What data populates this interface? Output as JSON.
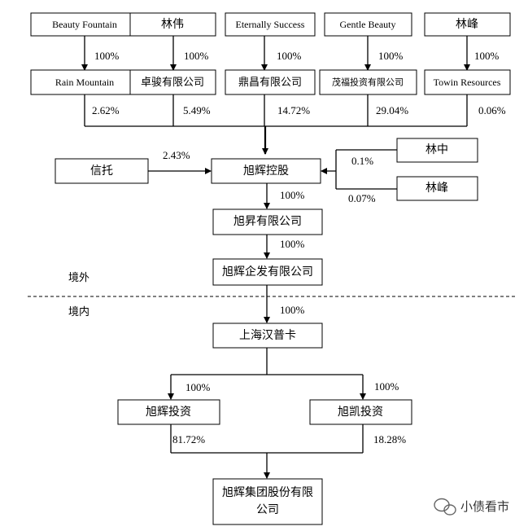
{
  "nodes": {
    "beauty_fountain": "Beauty Fountain",
    "lin_wei": "林伟",
    "eternally_success": "Eternally Success",
    "gentle_beauty": "Gentle Beauty",
    "lin_feng_top": "林峰",
    "rain_mountain": "Rain Mountain",
    "zhuojun": "卓骏有限公司",
    "dingchang": "鼎昌有限公司",
    "maofu": "茂福投资有限公司",
    "towin": "Towin Resources",
    "xintuo": "信托",
    "xuhui_holdings": "旭辉控股",
    "lin_zhong": "林中",
    "lin_feng_right": "林峰",
    "xusheng": "旭昇有限公司",
    "xuhui_qifa": "旭辉企发有限公司",
    "shanghai_hanpuka": "上海汉普卡",
    "xuhui_invest": "旭辉投资",
    "xukai_invest": "旭凯投资",
    "xuhui_group_line1": "旭辉集团股份有限",
    "xuhui_group_line2": "公司"
  },
  "percentages": {
    "beauty_to_rain": "100%",
    "linwei_to_zhuojun": "100%",
    "eternally_to_dingchang": "100%",
    "gentle_to_maofu": "100%",
    "linfeng_to_towin": "100%",
    "rain_share": "2.62%",
    "zhuojun_share": "5.49%",
    "dingchang_share": "14.72%",
    "maofu_share": "29.04%",
    "towin_share": "0.06%",
    "xintuo_share": "2.43%",
    "linzhong_share": "0.1%",
    "linfeng_share": "0.07%",
    "holdings_to_xusheng": "100%",
    "xusheng_to_qifa": "100%",
    "qifa_to_hanpuka": "100%",
    "hanpuka_to_xuhui_invest": "100%",
    "hanpuka_to_xukai_invest": "100%",
    "xuhui_invest_share": "81.72%",
    "xukai_invest_share": "18.28%"
  },
  "regions": {
    "overseas": "境外",
    "domestic": "境内"
  },
  "watermark": {
    "text": "小债看市",
    "icon": "wechat-icon"
  }
}
